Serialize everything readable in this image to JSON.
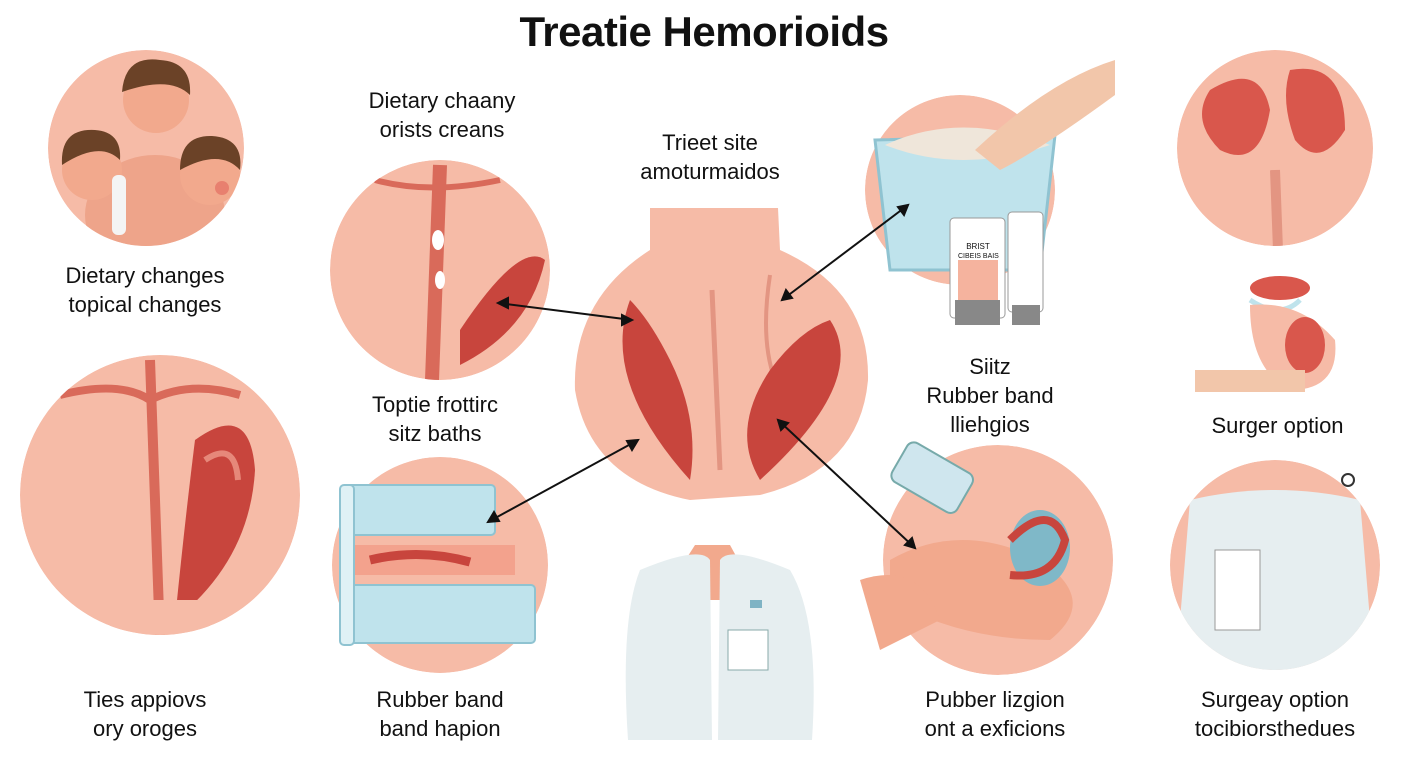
{
  "title": "Treatie Hemorioids",
  "labels": {
    "top_left": [
      "Dietary changes",
      "topical changes"
    ],
    "bottom_left": [
      "Ties appiovs",
      "ory oroges"
    ],
    "top_mid": [
      "Dietary chaany",
      "orists creans"
    ],
    "mid_mid": [
      "Toptie frottirc",
      "sitz baths"
    ],
    "bottom_mid": [
      "Rubber band",
      "band hapion"
    ],
    "center_top": [
      "Trieet site",
      "amoturmaidos"
    ],
    "right_mid": [
      "Siitz",
      "Rubber band",
      "lliehgios"
    ],
    "bottom_right_mid": [
      "Pubber lizgion",
      "ont a exficions"
    ],
    "far_right_mid": [
      "Surger option"
    ],
    "far_right_bottom": [
      "Surgeay option",
      "tocibiorsthedues"
    ]
  },
  "tube_text": [
    "BRIST",
    "CIBEIS BAIS"
  ],
  "colors": {
    "skin": "#f6bba7",
    "tissue": "#c8453d",
    "water": "#bfe3ec",
    "coat": "#e6eef0"
  }
}
